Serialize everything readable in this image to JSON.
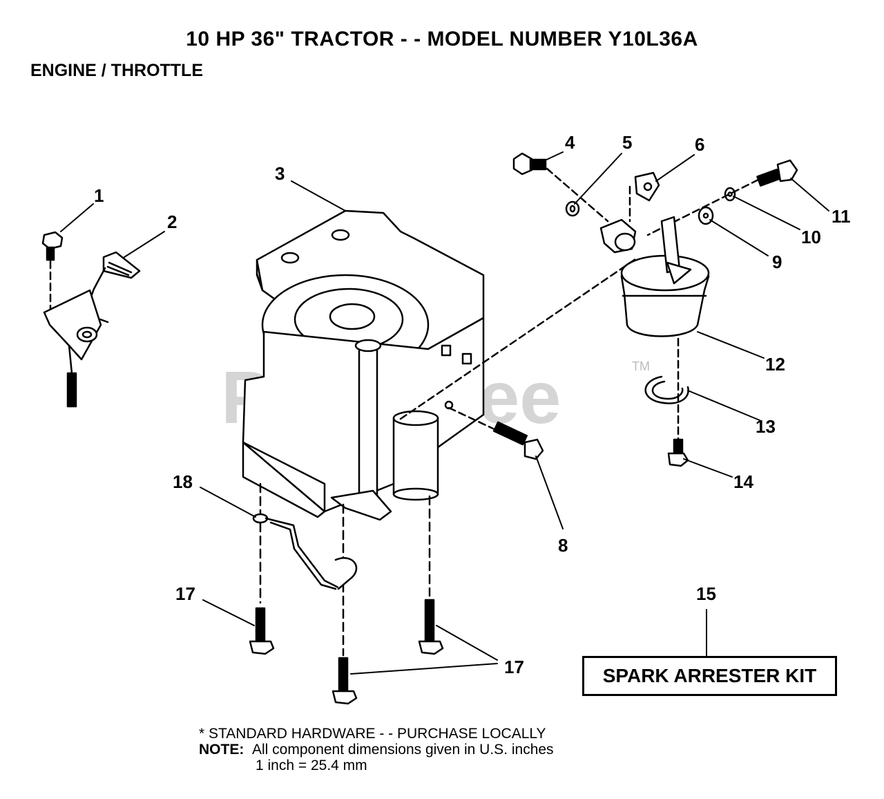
{
  "header": {
    "title": "10 HP 36\" TRACTOR - - MODEL NUMBER Y10L36A",
    "section": "ENGINE / THROTTLE"
  },
  "watermark": {
    "text": "PartsTree",
    "tm": "TM"
  },
  "callouts": [
    "1",
    "2",
    "3",
    "4",
    "5",
    "6",
    "8",
    "9",
    "10",
    "11",
    "12",
    "13",
    "14",
    "15",
    "17",
    "17",
    "17",
    "18"
  ],
  "kit": {
    "label": "SPARK ARRESTER KIT"
  },
  "notes": {
    "line1": "* STANDARD HARDWARE - - PURCHASE LOCALLY",
    "note_label": "NOTE:",
    "line2": "All component dimensions given in U.S. inches",
    "line3": "1 inch = 25.4 mm"
  }
}
